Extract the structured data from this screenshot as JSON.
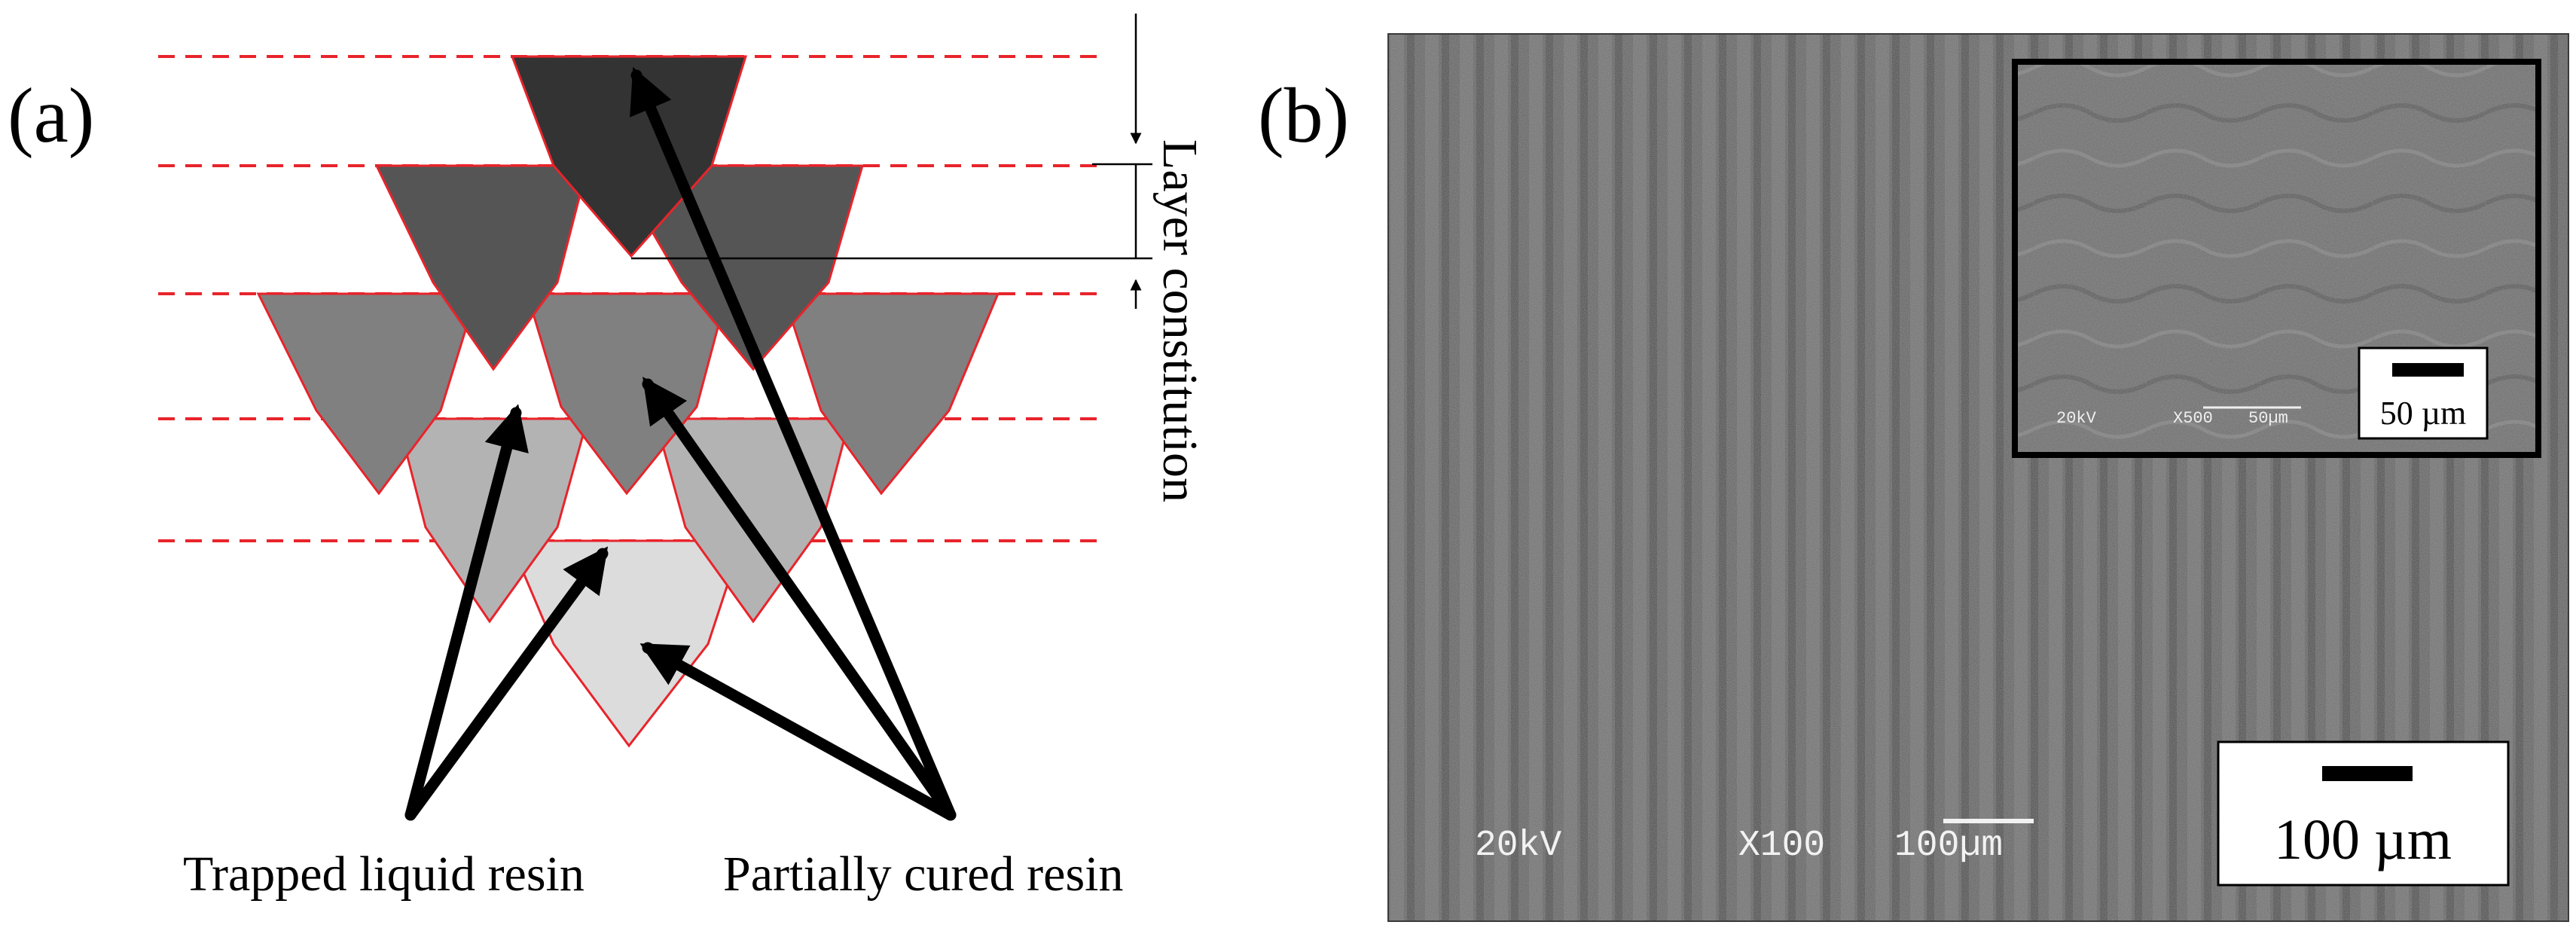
{
  "panel_a": {
    "label": "(a)",
    "layer_label": "Layer constitution",
    "trapped_label": "Trapped liquid resin",
    "partial_label": "Partially cured resin",
    "colors": {
      "dashed_line": "#e8242b",
      "outline": "#e8242b",
      "layer1": "#333333",
      "layer2": "#555555",
      "layer3": "#808080",
      "layer4": "#b3b3b3",
      "layer5": "#dcdcdc"
    }
  },
  "panel_b": {
    "label": "(b)",
    "main_micrograph": {
      "voltage": "20kV",
      "magnification": "X100",
      "scale_text": "100µm",
      "scale_bar_label": "100 µm"
    },
    "inset_micrograph": {
      "voltage": "20kV",
      "magnification": "X500",
      "scale_text": "50µm",
      "scale_bar_label": "50 µm"
    }
  }
}
